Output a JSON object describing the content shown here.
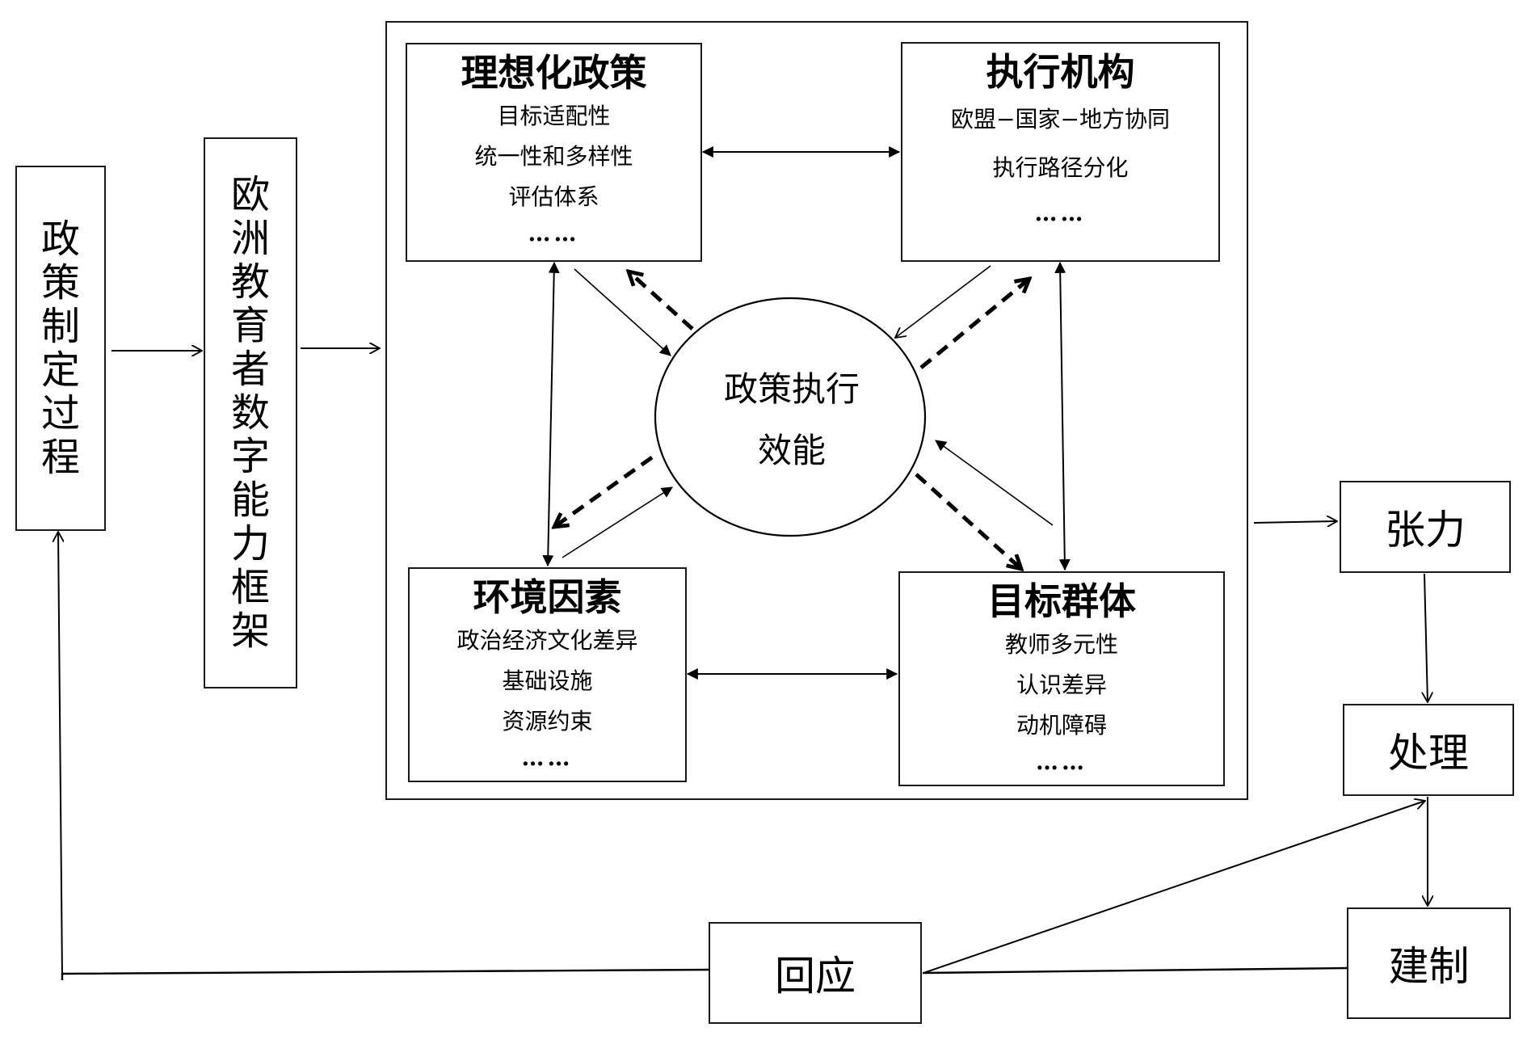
{
  "diagram": {
    "policy_making": "政策制定过程",
    "framework": "欧洲教育者数字能力框架",
    "center": {
      "line1": "政策执行",
      "line2": "效能"
    },
    "quadrants": {
      "idealized_policy": {
        "title": "理想化政策",
        "items": [
          "目标适配性",
          "统一性和多样性",
          "评估体系"
        ],
        "ellipsis": "……"
      },
      "implementing_agency": {
        "title": "执行机构",
        "items": [
          "欧盟−国家−地方协同",
          "执行路径分化"
        ],
        "ellipsis": "……"
      },
      "environment": {
        "title": "环境因素",
        "items": [
          "政治经济文化差异",
          "基础设施",
          "资源约束"
        ],
        "ellipsis": "……"
      },
      "target_group": {
        "title": "目标群体",
        "items": [
          "教师多元性",
          "认识差异",
          "动机障碍"
        ],
        "ellipsis": "……"
      }
    },
    "tension": "张力",
    "handling": "处理",
    "institution": "建制",
    "response": "回应"
  }
}
